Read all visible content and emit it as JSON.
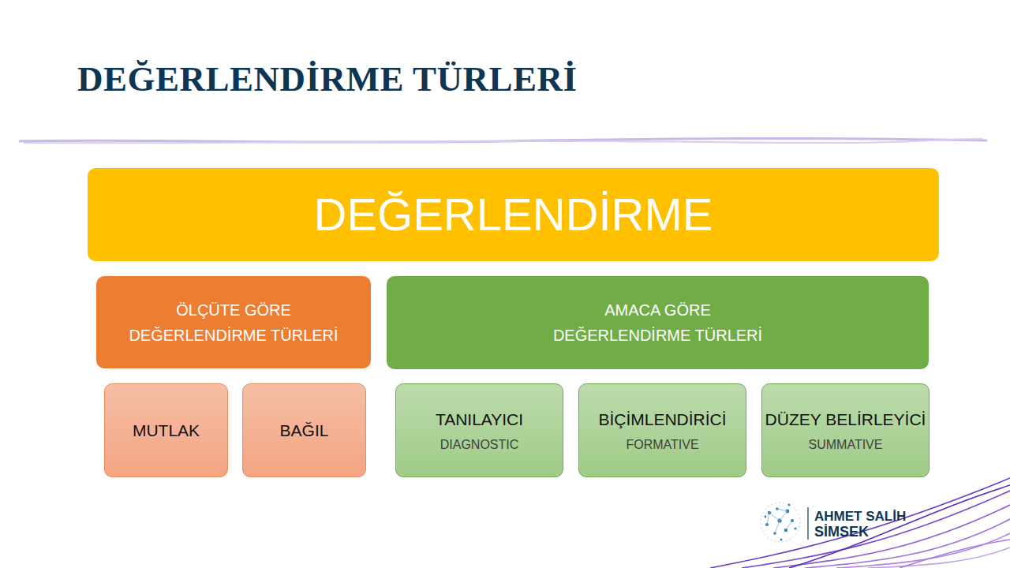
{
  "diagram": {
    "title": "DEĞERLENDİRME TÜRLERİ",
    "nodes": [
      {
        "text": [
          "DEĞERLENDİRME"
        ]
      },
      {
        "text": [
          "ÖLÇÜTE GÖRE DEĞERLENDİRME TÜRLERİ"
        ]
      },
      {
        "text": [
          "AMACA GÖRE DEĞERLENDİRME TÜRLERİ"
        ]
      },
      {
        "text": [
          "MUTLAK"
        ]
      },
      {
        "text": [
          "BAĞIL"
        ]
      },
      {
        "text": [
          "TANILAYICI",
          "DIAGNOSTIC"
        ]
      },
      {
        "text": [
          "BİÇİMLENDİRİCİ",
          "FORMATIVE"
        ]
      },
      {
        "text": [
          "DÜZEY BELİRLEYİCİ",
          "SUMMATIVE"
        ]
      }
    ],
    "labels": [
      "AHMET SALİH",
      "SİMSEK"
    ]
  }
}
